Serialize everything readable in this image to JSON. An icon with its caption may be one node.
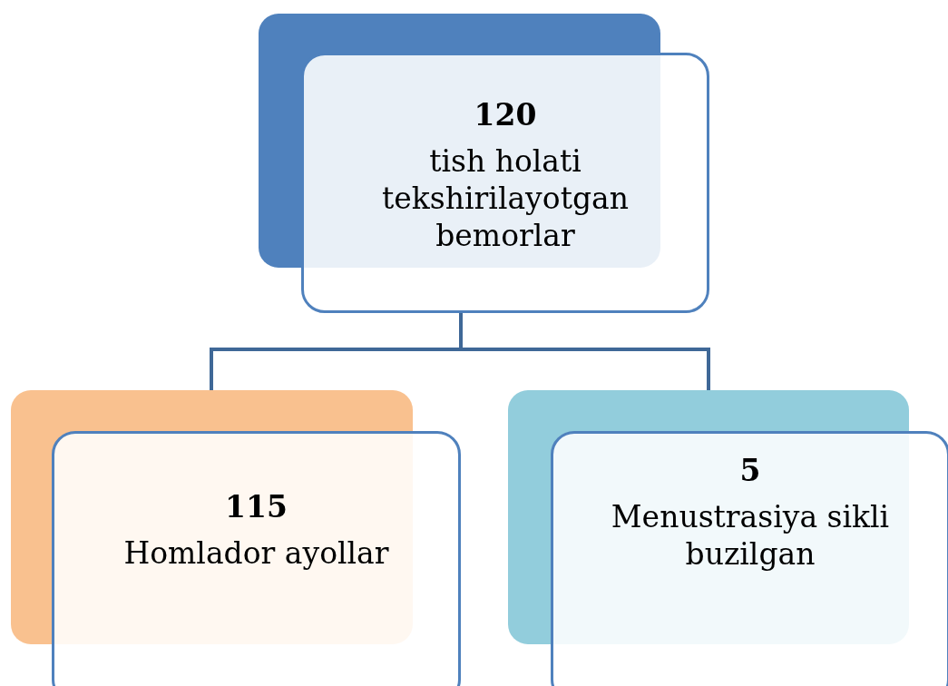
{
  "diagram": {
    "nodes": [
      {
        "text": [
          "120",
          "tish holati tekshirilayotgan bemorlar"
        ]
      },
      {
        "text": [
          "115",
          "Homlador ayollar"
        ]
      },
      {
        "text": [
          "5",
          "Menustrasiya sikli buzilgan"
        ]
      }
    ],
    "edges": [
      {
        "from": 0,
        "to": 1,
        "arrow": "none"
      },
      {
        "from": 0,
        "to": 2,
        "arrow": "none"
      }
    ]
  }
}
